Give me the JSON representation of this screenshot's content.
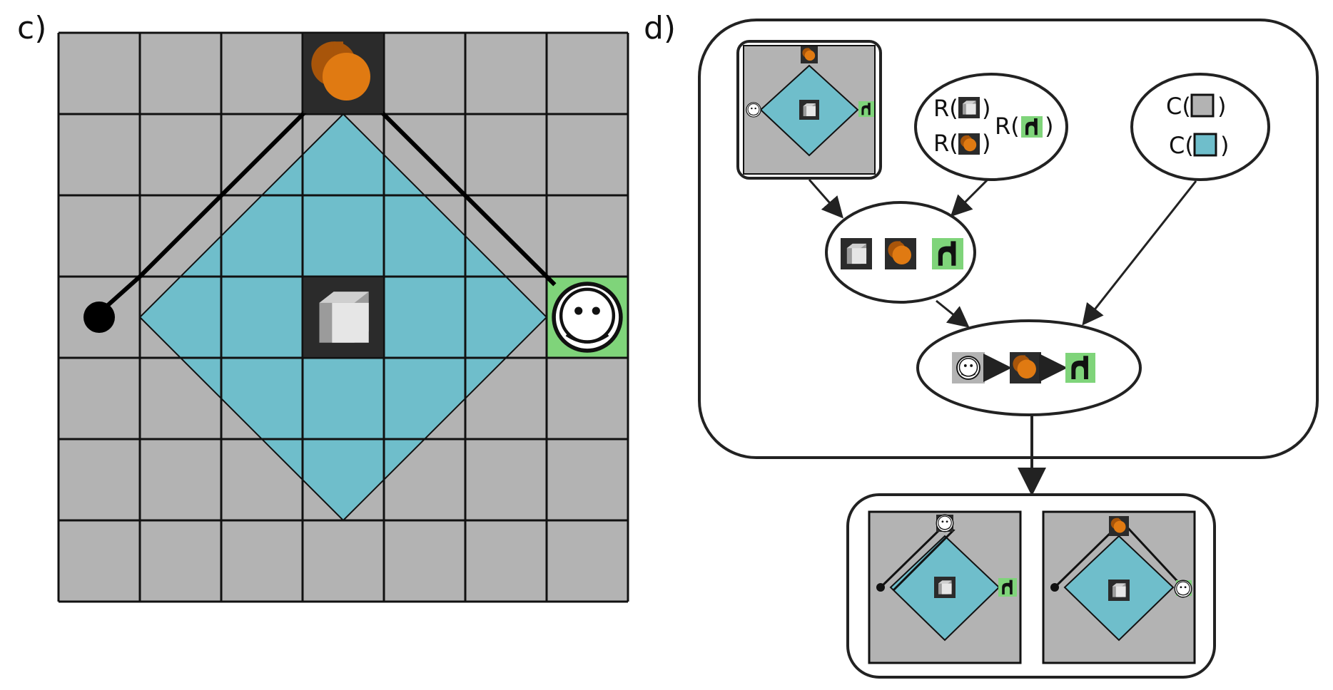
{
  "panel_c": {
    "label": "c)"
  },
  "panel_d": {
    "label": "d)",
    "reward_labels": [
      "R(",
      ")",
      "R(",
      ")",
      "R(",
      ")"
    ],
    "cost_labels": [
      "C(",
      ")",
      "C(",
      ")"
    ]
  },
  "colors": {
    "grid_cell": "#b3b3b3",
    "grid_line": "#111111",
    "blue_region": "#6fbecb",
    "dark_cell": "#2b2b2b",
    "goal_cell": "#7fd47a",
    "orange": "#e07a12",
    "orange_dark": "#a8550a",
    "cube_face": "#e6e6e6",
    "cube_side": "#9b9b9b"
  },
  "icons": [
    "start-dot-icon",
    "orange-cylinder-icon",
    "cube-icon",
    "smiley-agent-icon",
    "door-icon",
    "arrow-icon"
  ]
}
